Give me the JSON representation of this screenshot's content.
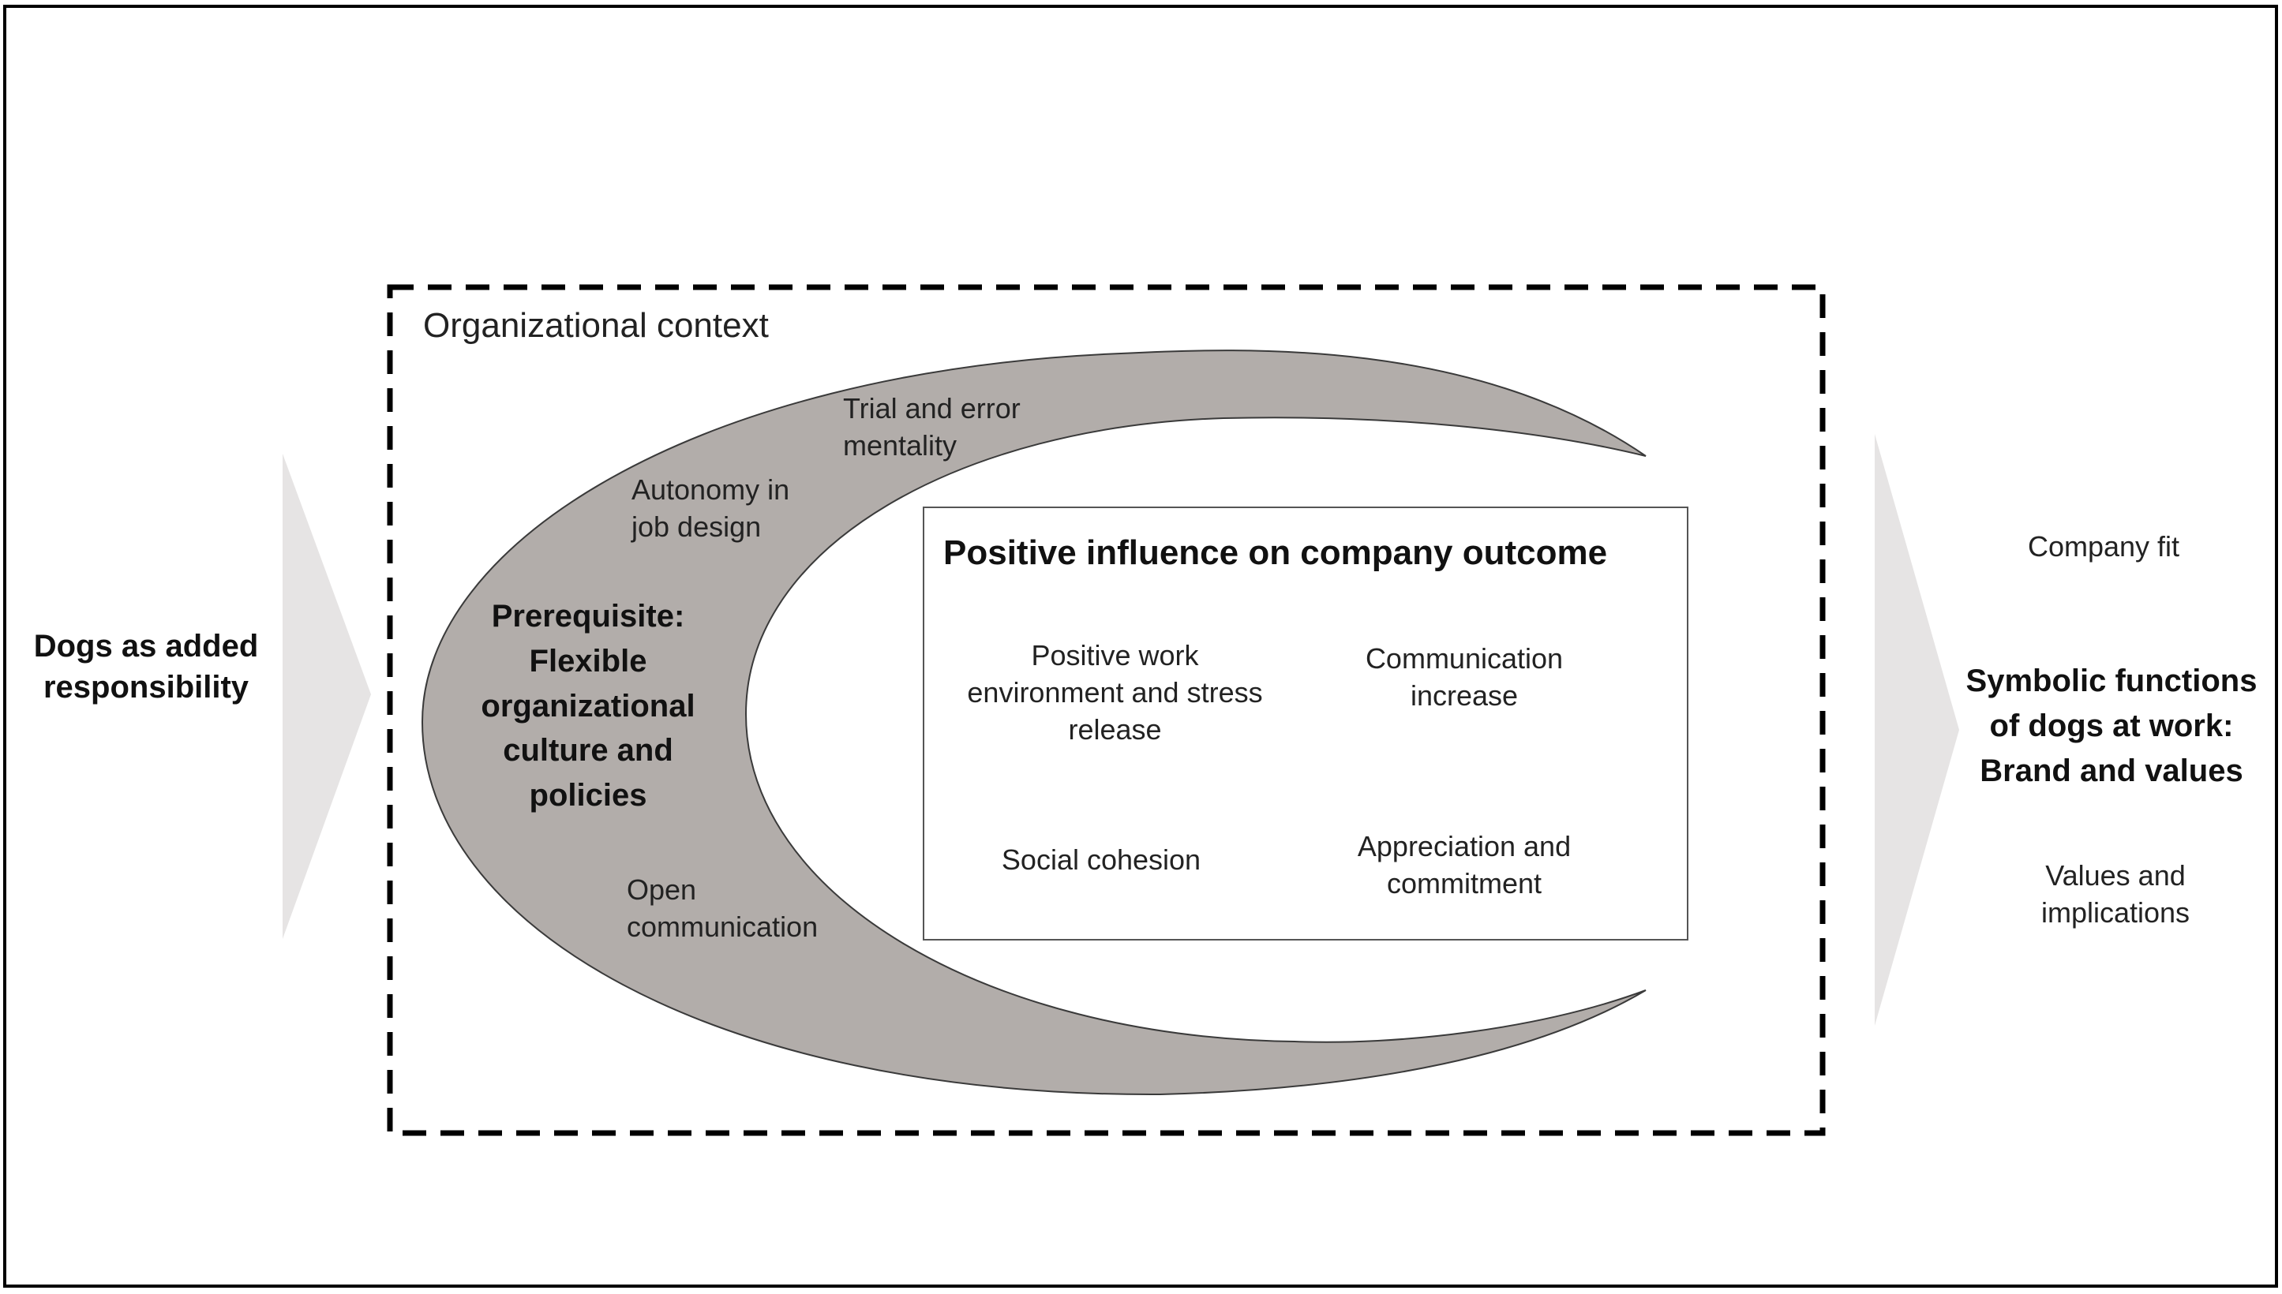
{
  "diagram": {
    "colors": {
      "frame": "#000000",
      "crescent_fill": "#b2adaa",
      "crescent_stroke": "#3a3a3a",
      "arrow_fill": "#e6e4e4",
      "box_stroke": "#555555",
      "text": "#222222"
    },
    "left_input": {
      "label": "Dogs as added\nresponsibility"
    },
    "context": {
      "title": "Organizational context",
      "crescent": {
        "prerequisite": "Prerequisite:\nFlexible\norganizational\nculture and\npolicies",
        "items": [
          "Trial and error\nmentality",
          "Autonomy in\njob design",
          "Open\ncommunication"
        ]
      },
      "outcome_box": {
        "title": "Positive influence on company outcome",
        "items": [
          "Positive work\nenvironment and stress\nrelease",
          "Communication\nincrease",
          "Social cohesion",
          "Appreciation and\ncommitment"
        ]
      }
    },
    "right_output": {
      "top": "Company fit",
      "main": "Symbolic functions\nof dogs at work:\nBrand and values",
      "bottom": "Values and\nimplications"
    }
  }
}
